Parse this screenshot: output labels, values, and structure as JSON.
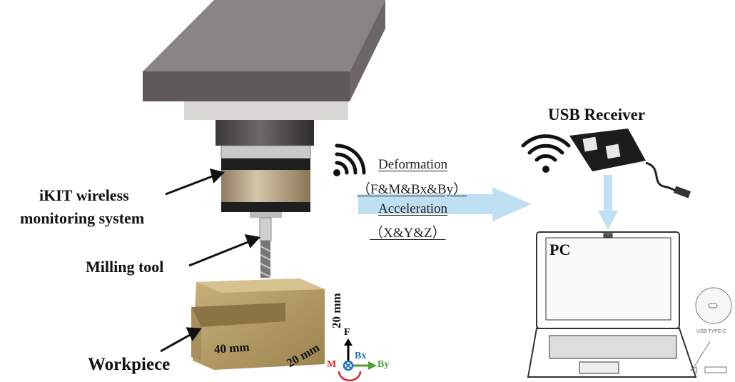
{
  "labels": {
    "ikit_line1": "iKIT wireless",
    "ikit_line2": "monitoring system",
    "milling_tool": "Milling tool",
    "workpiece": "Workpiece",
    "usb_receiver": "USB Receiver",
    "pc": "PC",
    "usb_type_c": "USB TYPE-C"
  },
  "signals": {
    "deformation": "Deformation",
    "deformation_components": "（F&M&Bx&By）",
    "acceleration": "Acceleration",
    "acceleration_components": "（X&Y&Z）"
  },
  "dimensions": {
    "height": "20 mm",
    "length": "40 mm",
    "width": "20 mm"
  },
  "axes": {
    "f": "F",
    "bx": "Bx",
    "by": "By",
    "m": "M"
  },
  "colors": {
    "signal_arrow": "#bfe0f2",
    "axis_f": "#000000",
    "axis_bx": "#1f6fc0",
    "axis_by": "#4aa032",
    "axis_m": "#e02020",
    "brass": "#b59a62"
  }
}
